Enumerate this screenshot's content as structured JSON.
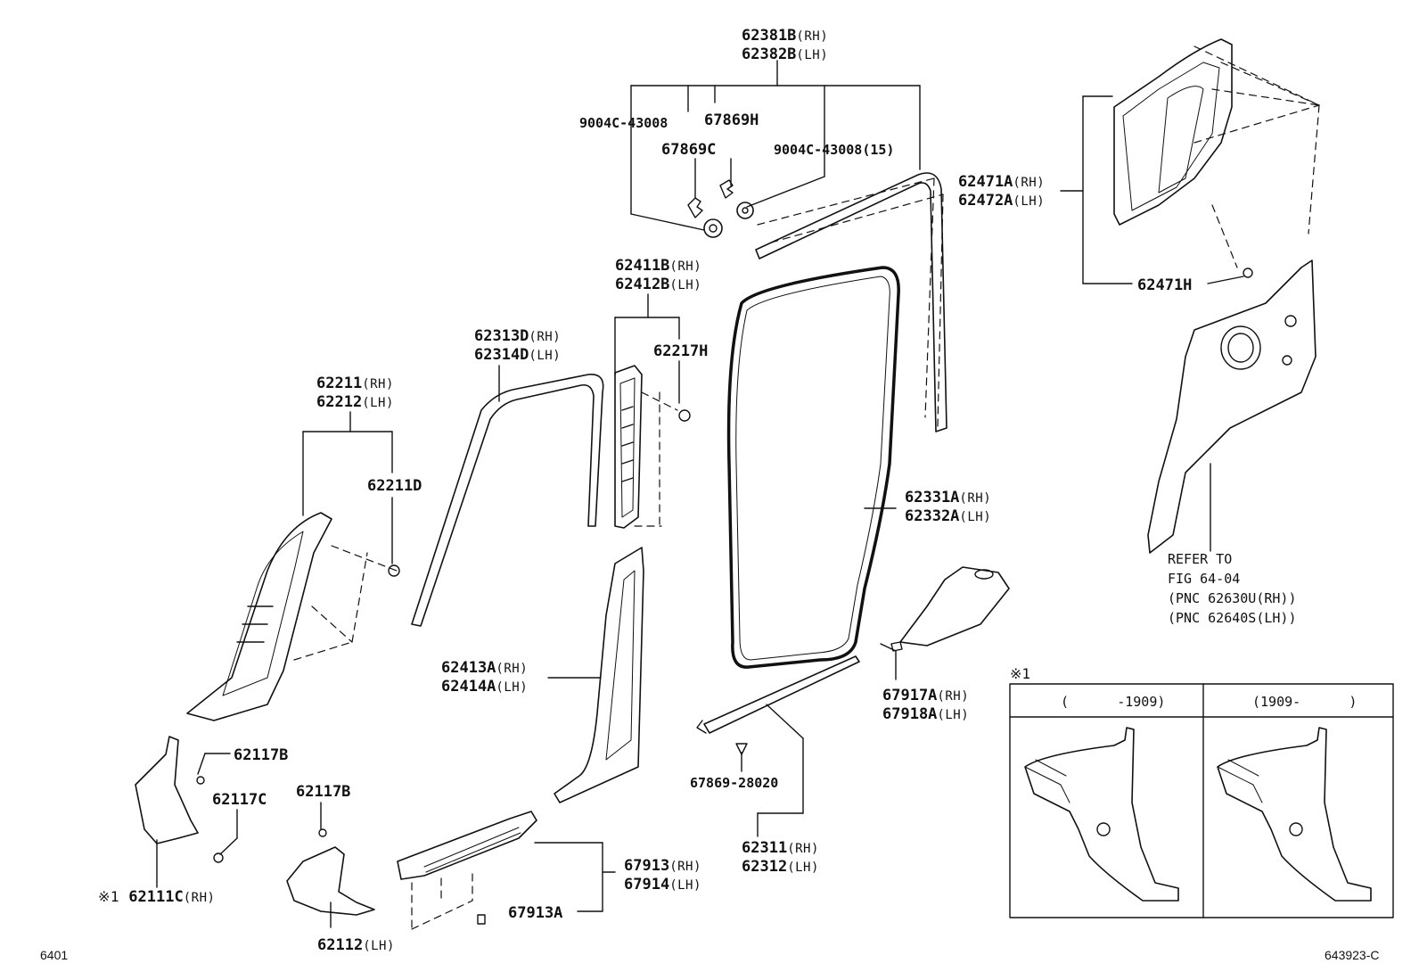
{
  "labels": {
    "p62381B": "62381B",
    "p62381B_s": "(RH)",
    "p62382B": "62382B",
    "p62382B_s": "(LH)",
    "p9004C_a": "9004C-43008",
    "p67869H": "67869H",
    "p67869C": "67869C",
    "p9004C_b": "9004C-43008(15)",
    "p62471A": "62471A",
    "p62471A_s": "(RH)",
    "p62472A": "62472A",
    "p62472A_s": "(LH)",
    "p62471H": "62471H",
    "p62411B": "62411B",
    "p62411B_s": "(RH)",
    "p62412B": "62412B",
    "p62412B_s": "(LH)",
    "p62217H": "62217H",
    "p62313D": "62313D",
    "p62313D_s": "(RH)",
    "p62314D": "62314D",
    "p62314D_s": "(LH)",
    "p62211": "62211",
    "p62211_s": "(RH)",
    "p62212": "62212",
    "p62212_s": "(LH)",
    "p62211D": "62211D",
    "p62331A": "62331A",
    "p62331A_s": "(RH)",
    "p62332A": "62332A",
    "p62332A_s": "(LH)",
    "p62413A": "62413A",
    "p62413A_s": "(RH)",
    "p62414A": "62414A",
    "p62414A_s": "(LH)",
    "p67917A": "67917A",
    "p67917A_s": "(RH)",
    "p67918A": "67918A",
    "p67918A_s": "(LH)",
    "p62117B_a": "62117B",
    "p62117C": "62117C",
    "p62117B_b": "62117B",
    "p62111C_mark": "※1",
    "p62111C": "62111C",
    "p62111C_s": "(RH)",
    "p62112": "62112",
    "p62112_s": "(LH)",
    "p67869_28020": "67869-28020",
    "p62311": "62311",
    "p62311_s": "(RH)",
    "p62312": "62312",
    "p62312_s": "(LH)",
    "p67913": "67913",
    "p67913_s": "(RH)",
    "p67914": "67914",
    "p67914_s": "(LH)",
    "p67913A": "67913A"
  },
  "refer": {
    "line1": "REFER TO",
    "line2": "FIG 64-04",
    "line3": "(PNC 62630U(RH))",
    "line4": "(PNC 62640S(LH))"
  },
  "inset": {
    "mark": "※1",
    "col_left": "(      -1909)",
    "col_right": "(1909-      )"
  },
  "footer": {
    "left": "6401",
    "right": "643923-C"
  }
}
